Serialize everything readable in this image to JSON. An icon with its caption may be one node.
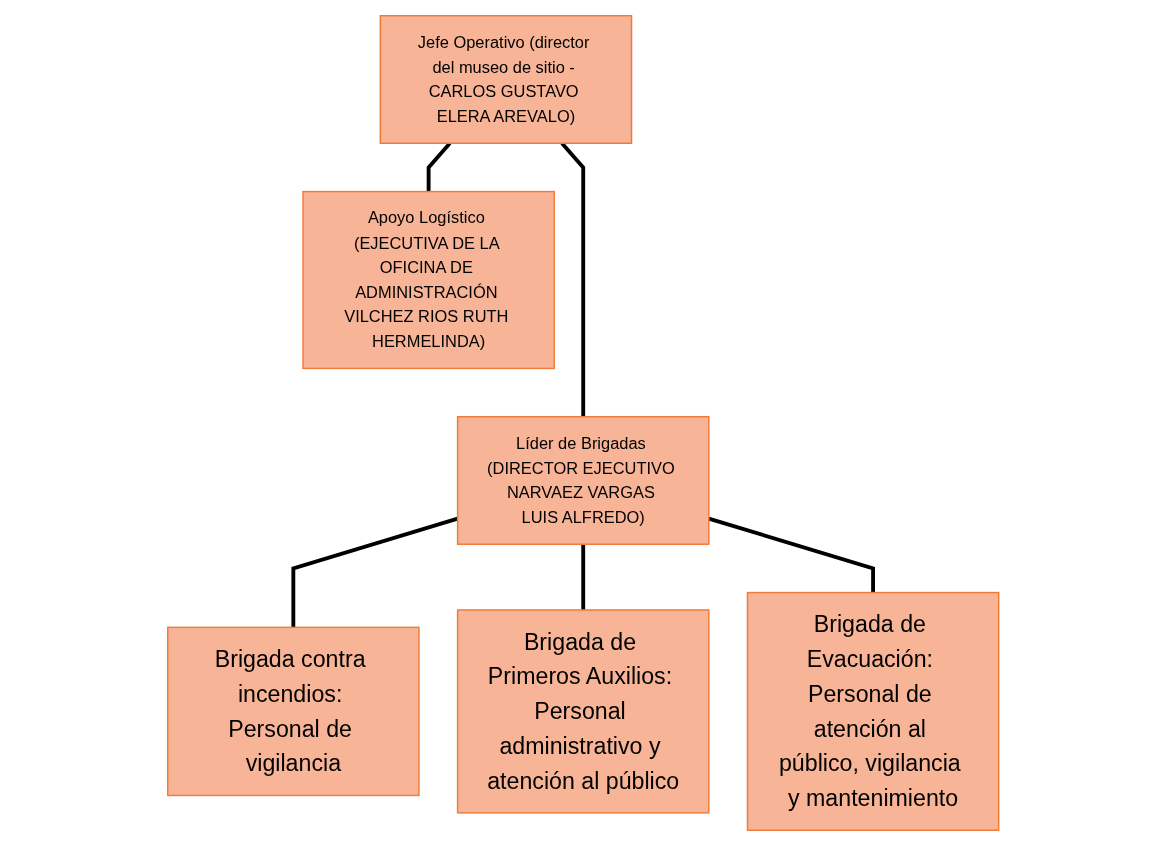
{
  "diagram": {
    "nodes": [
      {
        "text": [
          "Jefe Operativo (director del museo de sitio - CARLOS GUSTAVO ELERA AREVALO)"
        ]
      },
      {
        "text": [
          "Apoyo Logístico (EJECUTIVA DE LA OFICINA DE ADMINISTRACIÓN VILCHEZ RIOS RUTH HERMELINDA)"
        ]
      },
      {
        "text": [
          "Líder de Brigadas (DIRECTOR EJECUTIVO NARVAEZ VARGAS LUIS ALFREDO)"
        ]
      },
      {
        "text": [
          "Brigada contra incendios: Personal de vigilancia"
        ]
      },
      {
        "text": [
          "Brigada de Primeros Auxilios: Personal administrativo y atención al público"
        ]
      },
      {
        "text": [
          "Brigada de Evacuación: Personal de atención al público, vigilancia y mantenimiento"
        ]
      }
    ],
    "edges": [
      {
        "from": 0,
        "to": 1,
        "arrow": "none"
      },
      {
        "from": 0,
        "to": 2,
        "arrow": "none"
      },
      {
        "from": 2,
        "to": 3,
        "arrow": "none"
      },
      {
        "from": 2,
        "to": 4,
        "arrow": "none"
      },
      {
        "from": 2,
        "to": 5,
        "arrow": "none"
      }
    ]
  }
}
